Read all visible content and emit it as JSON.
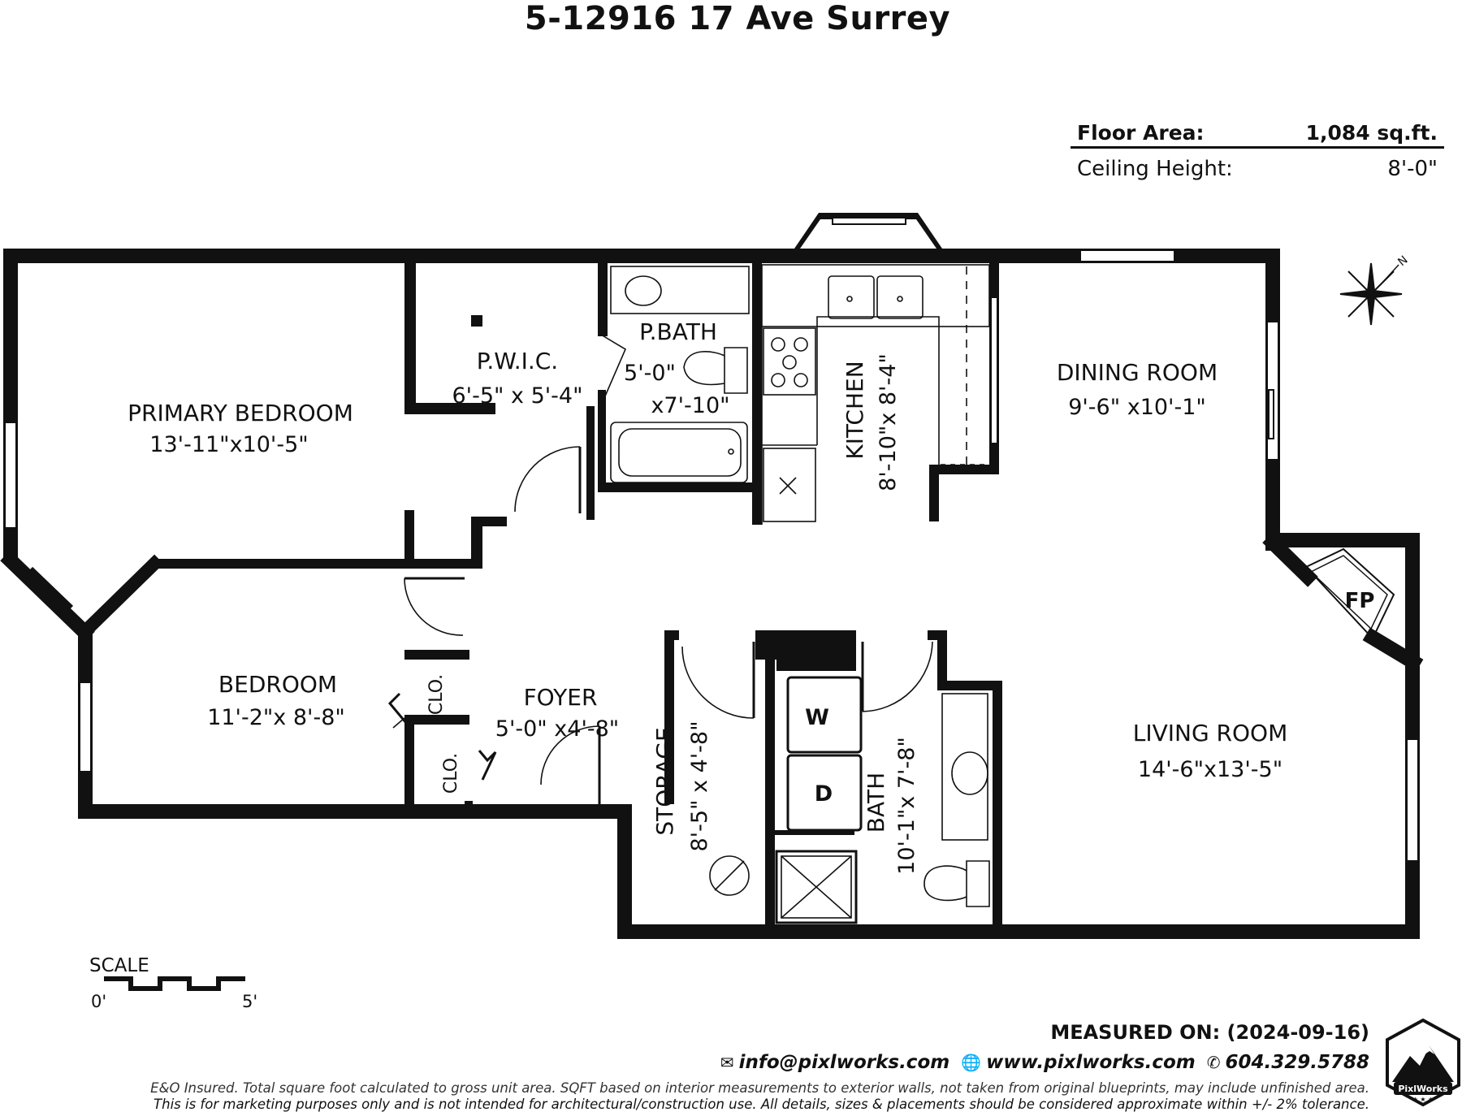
{
  "title": "5-12916 17 Ave Surrey",
  "floor_area": {
    "label": "Floor Area:",
    "value": "1,084 sq.ft."
  },
  "ceiling_height": {
    "label": "Ceiling Height:",
    "value": "8'-0\""
  },
  "compass": {
    "north_label": "N"
  },
  "rooms": {
    "primary_bedroom": {
      "name": "PRIMARY BEDROOM",
      "dims": "13'-11\"x10'-5\""
    },
    "pwic": {
      "name": "P.W.I.C.",
      "dims": "6'-5\" x 5'-4\""
    },
    "pbath": {
      "name": "P.BATH",
      "dims1": "5'-0\"",
      "dims2": "x7'-10\""
    },
    "kitchen": {
      "name": "KITCHEN",
      "dims": "8'-10\"x 8'-4\""
    },
    "dining_room": {
      "name": "DINING ROOM",
      "dims": "9'-6\" x10'-1\""
    },
    "bedroom": {
      "name": "BEDROOM",
      "dims": "11'-2\"x 8'-8\""
    },
    "foyer": {
      "name": "FOYER",
      "dims": "5'-0\" x4'-8\""
    },
    "storage": {
      "name": "STORAGE",
      "dims": "8'-5\" x 4'-8\""
    },
    "bath": {
      "name": "BATH",
      "dims": "10'-1\"x 7'-8\""
    },
    "living_room": {
      "name": "LIVING ROOM",
      "dims": "14'-6\"x13'-5\""
    },
    "clo1": "CLO.",
    "clo2": "CLO.",
    "fp": "FP",
    "washer": "W",
    "dryer": "D"
  },
  "scale": {
    "label": "SCALE",
    "start": "0'",
    "end": "5'"
  },
  "footer": {
    "measured_on": "MEASURED ON: (2024-09-16)",
    "email": "info@pixlworks.com",
    "website": "www.pixlworks.com",
    "phone": "604.329.5788",
    "disclaimer_line1": "E&O Insured.  Total square foot calculated to gross unit area. SQFT based on interior measurements to exterior walls, not taken from original blueprints, may include unfinished area.",
    "disclaimer_line2": "This is for marketing purposes only and is not intended for architectural/construction use.  All details, sizes & placements should be considered approximate within +/- 2%  tolerance.",
    "logo_text": "PixlWorks"
  }
}
